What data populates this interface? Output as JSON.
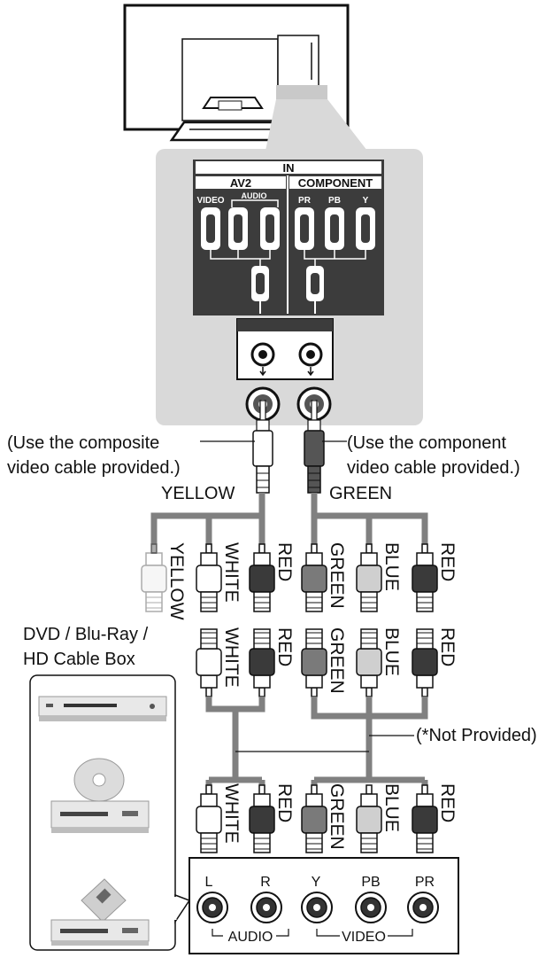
{
  "panel": {
    "in": "IN",
    "av2": "AV2",
    "component": "COMPONENT",
    "video": "VIDEO",
    "audio": "AUDIO",
    "pr": "PR",
    "pb": "PB",
    "y": "Y"
  },
  "notes": {
    "composite_1": "(Use the composite",
    "composite_2": "video cable provided.)",
    "component_1": "(Use the component",
    "component_2": "video cable provided.)",
    "not_provided": "(*Not Provided)"
  },
  "labels": {
    "yellow": "YELLOW",
    "green": "GREEN",
    "row1": [
      "YELLOW",
      "WHITE",
      "RED",
      "GREEN",
      "BLUE",
      "RED"
    ],
    "row2": [
      "WHITE",
      "RED",
      "GREEN",
      "BLUE",
      "RED"
    ],
    "row3": [
      "WHITE",
      "RED",
      "GREEN",
      "BLUE",
      "RED"
    ]
  },
  "device": {
    "line1": "DVD / Blu-Ray /",
    "line2": "HD Cable Box",
    "jack_l": "L",
    "jack_r": "R",
    "jack_y": "Y",
    "jack_pb": "PB",
    "jack_pr": "PR",
    "audio": "AUDIO",
    "video": "VIDEO"
  },
  "colors": {
    "white": "#ffffff",
    "yellow": "#e6e6e6",
    "red": "#3a3a3a",
    "green": "#7a7a7a",
    "blue": "#cfcfcf",
    "panel_bg": "#d9d9d9",
    "panel_dark": "#3c3c3c",
    "cable": "#808080"
  }
}
